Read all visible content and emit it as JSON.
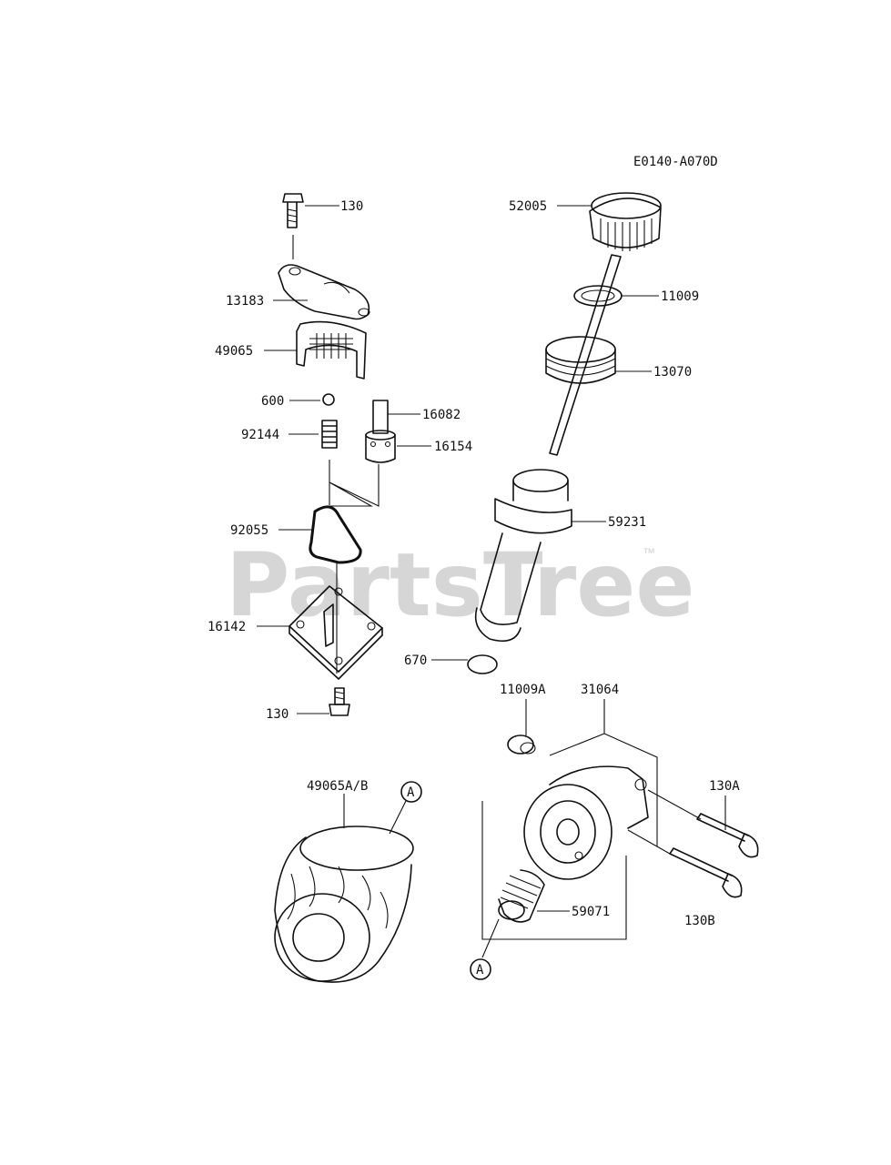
{
  "diagram_code": "E0140-A070D",
  "watermark": {
    "text": "PartsTree",
    "tm": "™"
  },
  "labels": {
    "p130_top": "130",
    "p13183": "13183",
    "p49065": "49065",
    "p600": "600",
    "p92144": "92144",
    "p16082": "16082",
    "p16154": "16154",
    "p92055": "92055",
    "p16142": "16142",
    "p130_bottom": "130",
    "p52005": "52005",
    "p11009": "11009",
    "p13070": "13070",
    "p59231": "59231",
    "p670": "670",
    "p11009A": "11009A",
    "p31064": "31064",
    "p130A": "130A",
    "p130B": "130B",
    "p59071": "59071",
    "p49065AB": "49065A/B",
    "ref_a1": "A",
    "ref_a2": "A"
  }
}
